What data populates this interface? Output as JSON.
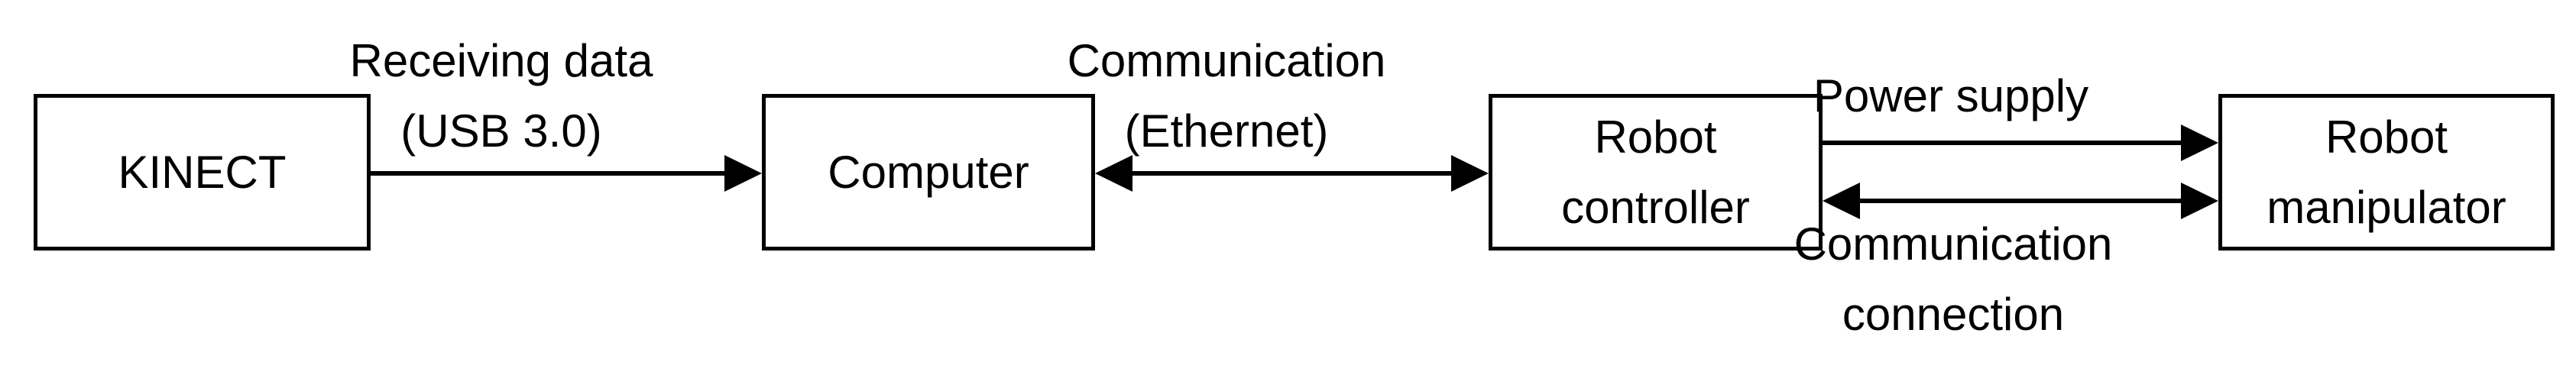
{
  "diagram": {
    "colors": {
      "background": "#ffffff",
      "line": "#000000",
      "text": "#000000"
    },
    "nodes": [
      {
        "id": "kinect",
        "label": "KINECT"
      },
      {
        "id": "computer",
        "label": "Computer"
      },
      {
        "id": "robot-controller",
        "label": "Robot controller"
      },
      {
        "id": "robot-manipulator",
        "label": "Robot manipulator"
      }
    ],
    "edges": [
      {
        "from": "kinect",
        "to": "computer",
        "direction": "right",
        "label": "Receiving data (USB 3.0)",
        "lines": [
          "Receiving data",
          "(USB 3.0)"
        ]
      },
      {
        "from": "computer",
        "to": "robot-controller",
        "direction": "both",
        "label": "Communication (Ethernet)",
        "lines": [
          "Communication",
          "(Ethernet)"
        ]
      },
      {
        "from": "robot-controller",
        "to": "robot-manipulator",
        "direction": "right",
        "label": "Power supply",
        "lines": [
          "Power supply"
        ]
      },
      {
        "from": "robot-controller",
        "to": "robot-manipulator",
        "direction": "both",
        "label": "Communication connection",
        "lines": [
          "Communication",
          "connection"
        ]
      }
    ]
  }
}
